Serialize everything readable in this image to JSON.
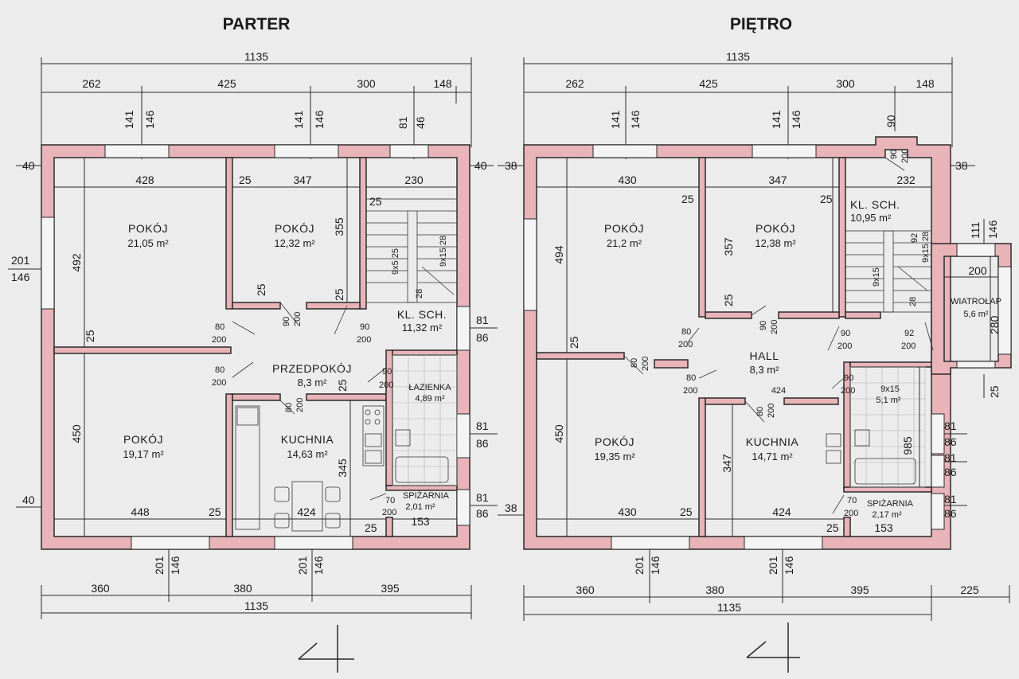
{
  "titles": {
    "ground": "PARTER",
    "upper": "PIĘTRO"
  },
  "ground": {
    "top_total": "1135",
    "top_segments": [
      "262",
      "425",
      "300",
      "148"
    ],
    "window_dims": [
      [
        "141",
        "146"
      ],
      [
        "141",
        "146"
      ],
      [
        "81",
        "46"
      ]
    ],
    "side_dims": {
      "left_top": "40",
      "right_top": "40",
      "left_window_a": "201",
      "left_window_b": "146",
      "left_bottom": "40"
    },
    "right_window_dims": [
      [
        "81",
        "86"
      ],
      [
        "81",
        "86"
      ],
      [
        "81",
        "86"
      ]
    ],
    "bottom_segments": [
      "360",
      "380",
      "395"
    ],
    "bottom_total": "1135",
    "bottom_window_dims": [
      [
        "201",
        "146"
      ],
      [
        "201",
        "146"
      ]
    ],
    "inner_dims": {
      "room1_width": "428",
      "room2_width": "347",
      "room3_width": "230",
      "room1_height": "492",
      "room2_height": "355",
      "room4_height": "450",
      "kitchen_height": "345",
      "room4_width": "448",
      "kitchen_width": "424",
      "pantry_width": "153",
      "wall25": "25"
    },
    "rooms": [
      {
        "name": "POKÓJ",
        "area": "21,05 m²"
      },
      {
        "name": "POKÓJ",
        "area": "12,32 m²"
      },
      {
        "name": "KL. SCH.",
        "area": "11,32 m²"
      },
      {
        "name": "PRZEDPOKÓJ",
        "area": "8,3 m²"
      },
      {
        "name": "ŁAZIENKA",
        "area": "4,89 m²"
      },
      {
        "name": "POKÓJ",
        "area": "19,17 m²"
      },
      {
        "name": "KUCHNIA",
        "area": "14,63 m²"
      },
      {
        "name": "SPIŻARNIA",
        "area": "2,01 m²"
      }
    ],
    "doors": [
      [
        "80",
        "200"
      ],
      [
        "80",
        "200"
      ],
      [
        "90",
        "200"
      ],
      [
        "90",
        "200"
      ],
      [
        "90",
        "200"
      ],
      [
        "80",
        "200"
      ],
      [
        "70",
        "200"
      ]
    ],
    "stairs": {
      "a": "9x5 25",
      "b": "9x15 28",
      "c": "28"
    }
  },
  "upper": {
    "top_total": "1135",
    "top_segments": [
      "262",
      "425",
      "300",
      "148"
    ],
    "window_dims": [
      [
        "141",
        "146"
      ],
      [
        "141",
        "146"
      ]
    ],
    "balcony_door": [
      "90",
      "200"
    ],
    "side_dims": {
      "left_top": "38",
      "right_top": "38",
      "left_bottom": "38"
    },
    "right_window_dims": [
      [
        "81",
        "86"
      ],
      [
        "81",
        "86"
      ],
      [
        "81",
        "86"
      ]
    ],
    "vestibule_dims": {
      "w1": "111",
      "w2": "146",
      "inner": "200",
      "height": "280",
      "bottom": "25"
    },
    "bottom_segments": [
      "360",
      "380",
      "395",
      "225"
    ],
    "bottom_total": "1135",
    "bottom_window_dims": [
      [
        "201",
        "146"
      ],
      [
        "201",
        "146"
      ]
    ],
    "inner_dims": {
      "room1_width": "430",
      "room2_width": "347",
      "room3_width": "232",
      "room1_height": "494",
      "room2_height": "357",
      "room4_height": "450",
      "kitchen_height": "347",
      "room4_width": "430",
      "kitchen_width": "424",
      "hall_width": "424",
      "pantry_width": "153",
      "bath_height": "985",
      "wall25": "25"
    },
    "rooms": [
      {
        "name": "POKÓJ",
        "area": "21,2 m²"
      },
      {
        "name": "POKÓJ",
        "area": "12,38 m²"
      },
      {
        "name": "KL. SCH.",
        "area": "10,95 m²"
      },
      {
        "name": "WIATROŁAP",
        "area": "5,6 m²"
      },
      {
        "name": "HALL",
        "area": "8,3 m²"
      },
      {
        "name": "POKÓJ",
        "area": "19,35 m²"
      },
      {
        "name": "KUCHNIA",
        "area": "14,71 m²"
      },
      {
        "name": "SPIŻARNIA",
        "area": "2,17 m²"
      },
      {
        "name": "9x15",
        "area": "5,1 m²"
      }
    ],
    "doors": [
      [
        "80",
        "200"
      ],
      [
        "80",
        "200"
      ],
      [
        "90",
        "200"
      ],
      [
        "90",
        "200"
      ],
      [
        "92",
        "200"
      ],
      [
        "80",
        "200"
      ],
      [
        "80",
        "200"
      ],
      [
        "90",
        "200"
      ],
      [
        "70",
        "200"
      ]
    ],
    "stairs": {
      "a": "9x15",
      "b": "9x15 28",
      "c": "28",
      "d": "92"
    }
  }
}
